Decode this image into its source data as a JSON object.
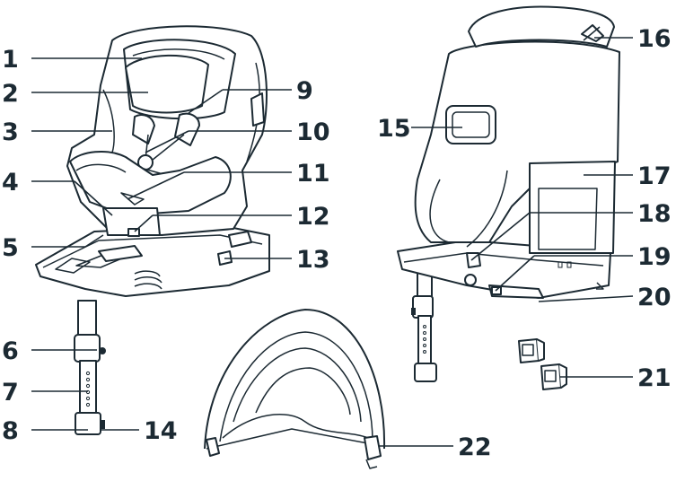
{
  "callouts": [
    {
      "id": "1",
      "label": "1"
    },
    {
      "id": "2",
      "label": "2"
    },
    {
      "id": "3",
      "label": "3"
    },
    {
      "id": "4",
      "label": "4"
    },
    {
      "id": "5",
      "label": "5"
    },
    {
      "id": "6",
      "label": "6"
    },
    {
      "id": "7",
      "label": "7"
    },
    {
      "id": "8",
      "label": "8"
    },
    {
      "id": "9",
      "label": "9"
    },
    {
      "id": "10",
      "label": "10"
    },
    {
      "id": "11",
      "label": "11"
    },
    {
      "id": "12",
      "label": "12"
    },
    {
      "id": "13",
      "label": "13"
    },
    {
      "id": "14",
      "label": "14"
    },
    {
      "id": "15",
      "label": "15"
    },
    {
      "id": "16",
      "label": "16"
    },
    {
      "id": "17",
      "label": "17"
    },
    {
      "id": "18",
      "label": "18"
    },
    {
      "id": "19",
      "label": "19"
    },
    {
      "id": "20",
      "label": "20"
    },
    {
      "id": "21",
      "label": "21"
    },
    {
      "id": "22",
      "label": "22"
    }
  ],
  "colors": {
    "ink": "#1c2a33",
    "background": "#ffffff"
  }
}
